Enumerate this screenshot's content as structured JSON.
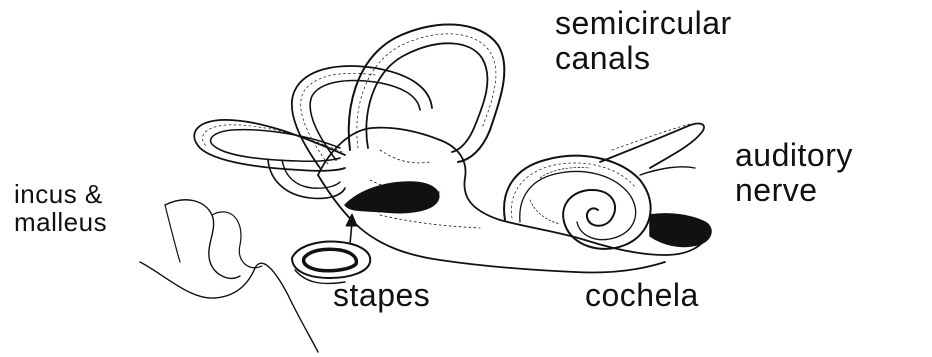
{
  "labels": {
    "semicircular_canals": "semicircular\ncanals",
    "auditory_nerve": "auditory\nnerve",
    "incus_malleus": "incus &\nmalleus",
    "stapes": "stapes",
    "cochlea": "cochela"
  },
  "colors": {
    "ink": "#111111",
    "background": "#ffffff"
  }
}
